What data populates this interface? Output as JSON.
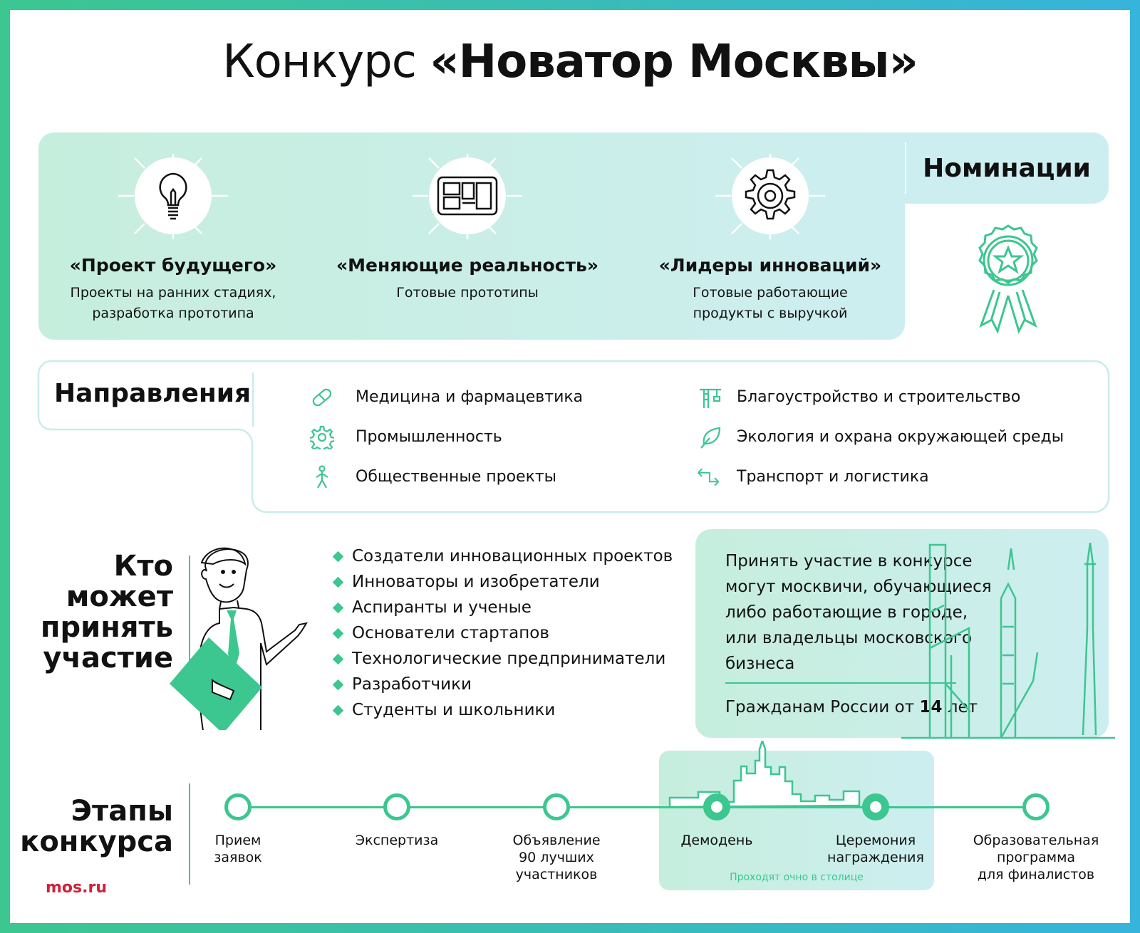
{
  "title": {
    "prefix": "Конкурс",
    "name": "«Новатор Москвы»"
  },
  "nominations": {
    "heading": "Номинации",
    "items": [
      {
        "name": "«Проект будущего»",
        "desc1": "Проекты на ранних стадиях,",
        "desc2": "разработка прототипа",
        "icon": "lightbulb-icon"
      },
      {
        "name": "«Меняющие реальность»",
        "desc1": "Готовые прототипы",
        "desc2": "",
        "icon": "blueprint-icon"
      },
      {
        "name": "«Лидеры инноваций»",
        "desc1": "Готовые работающие",
        "desc2": "продукты с выручкой",
        "icon": "gear-icon"
      }
    ]
  },
  "directions": {
    "heading": "Направления",
    "items": [
      {
        "label": "Медицина и фармацевтика",
        "icon": "pill-icon"
      },
      {
        "label": "Промышленность",
        "icon": "cog-icon"
      },
      {
        "label": "Общественные проекты",
        "icon": "person-icon"
      },
      {
        "label": "Благоустройство и строительство",
        "icon": "crane-icon"
      },
      {
        "label": "Экология и охрана окружающей среды",
        "icon": "leaf-icon"
      },
      {
        "label": "Транспорт и логистика",
        "icon": "route-arrows-icon"
      }
    ]
  },
  "who": {
    "heading": [
      "Кто",
      "может",
      "принять",
      "участие"
    ],
    "items": [
      "Создатели инновационных проектов",
      "Инноваторы и изобретатели",
      "Аспиранты и ученые",
      "Основатели стартапов",
      "Технологические предприниматели",
      "Разработчики",
      "Студенты и школьники"
    ],
    "info": "Принять участие в конкурсе могут москвичи, обучающиеся либо работающие в городе, или владельцы московского бизнеса",
    "age_prefix": "Гражданам России от ",
    "age_value": "14",
    "age_suffix": " лет"
  },
  "stages": {
    "heading": [
      "Этапы",
      "конкурса"
    ],
    "items": [
      [
        "Прием",
        "заявок"
      ],
      [
        "Экспертиза"
      ],
      [
        "Объявление",
        "90 лучших",
        "участников"
      ],
      [
        "Демодень"
      ],
      [
        "Церемония",
        "награждения"
      ],
      [
        "Образовательная",
        "программа",
        "для финалистов"
      ]
    ],
    "note": "Проходят очно в столице"
  },
  "footer": {
    "brand": "mos.ru"
  },
  "colors": {
    "accent": "#3cc690",
    "brand_red": "#d0213a"
  }
}
